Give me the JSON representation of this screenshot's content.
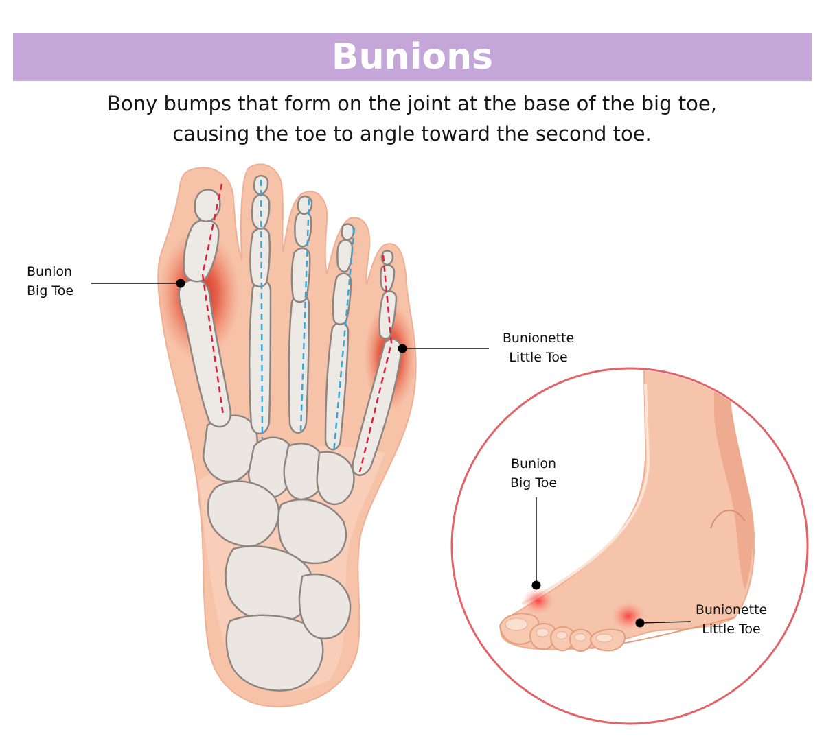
{
  "title": "Bunions",
  "subtitle": {
    "line1": "Bony bumps that form on the joint at the base of the big toe,",
    "line2": "causing the toe to angle toward the second toe."
  },
  "top_view_labels": {
    "bunion_line1": "Bunion",
    "bunion_line2": "Big Toe",
    "bunionette_line1": "Bunionette",
    "bunionette_line2": "Little Toe"
  },
  "side_view_labels": {
    "bunion_line1": "Bunion",
    "bunion_line2": "Big Toe",
    "bunionette_line1": "Bunionette",
    "bunionette_line2": "Little Toe"
  },
  "colors": {
    "banner": "#c4a6d8",
    "skin": "#f6c6ad",
    "bone": "#ece8e4",
    "inflammation": "#d62a1e",
    "misaligned_axis": "#e0203a",
    "normal_axis": "#35a7db",
    "circle_border": "#e2646a"
  }
}
